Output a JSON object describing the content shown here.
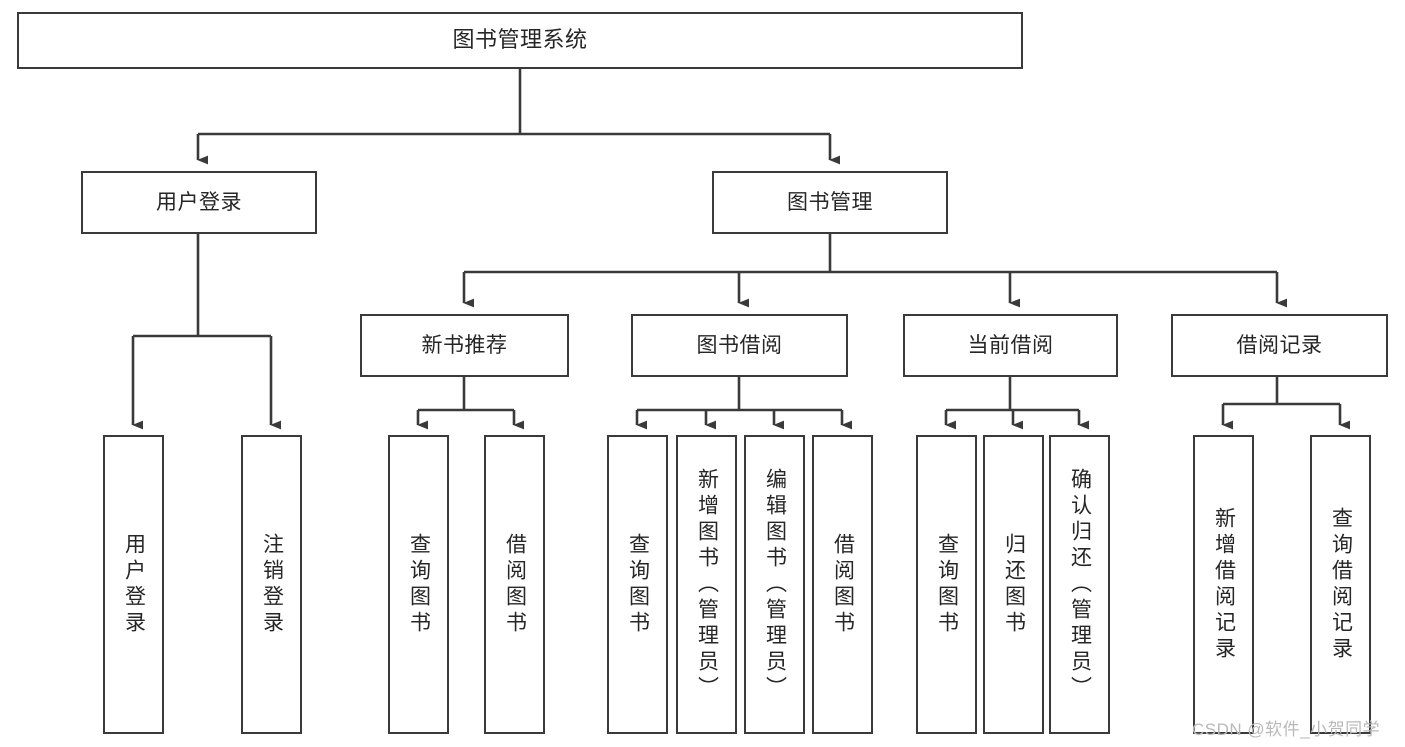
{
  "diagram": {
    "title": "图书管理系统",
    "type": "functional-structure-tree",
    "colors": {
      "box_border": "#3a3a3a",
      "box_fill": "#ffffff",
      "connector": "#3a3a3a",
      "text": "#262626",
      "watermark": "#b9b9b9",
      "background": "#ffffff"
    },
    "root": {
      "label": "图书管理系统"
    },
    "level2": [
      {
        "id": "user-login",
        "label": "用户登录"
      },
      {
        "id": "book-manage",
        "label": "图书管理"
      }
    ],
    "level3": [
      {
        "id": "new-book-recommend",
        "label": "新书推荐",
        "parent": "book-manage"
      },
      {
        "id": "book-borrow",
        "label": "图书借阅",
        "parent": "book-manage"
      },
      {
        "id": "current-borrow",
        "label": "当前借阅",
        "parent": "book-manage"
      },
      {
        "id": "borrow-record",
        "label": "借阅记录",
        "parent": "book-manage"
      }
    ],
    "leaves": [
      {
        "id": "leaf-user-login",
        "label": "用户登录",
        "parent": "user-login"
      },
      {
        "id": "leaf-user-logout",
        "label": "注销登录",
        "parent": "user-login"
      },
      {
        "id": "leaf-query-book-1",
        "label": "查询图书",
        "parent": "new-book-recommend"
      },
      {
        "id": "leaf-borrow-book-1",
        "label": "借阅图书",
        "parent": "new-book-recommend"
      },
      {
        "id": "leaf-query-book-2",
        "label": "查询图书",
        "parent": "book-borrow"
      },
      {
        "id": "leaf-add-book",
        "label": "新增图书（管理员）",
        "parent": "book-borrow"
      },
      {
        "id": "leaf-edit-book",
        "label": "编辑图书（管理员）",
        "parent": "book-borrow"
      },
      {
        "id": "leaf-borrow-book-2",
        "label": "借阅图书",
        "parent": "book-borrow"
      },
      {
        "id": "leaf-query-book-3",
        "label": "查询图书",
        "parent": "current-borrow"
      },
      {
        "id": "leaf-return-book",
        "label": "归还图书",
        "parent": "current-borrow"
      },
      {
        "id": "leaf-confirm-return",
        "label": "确认归还（管理员）",
        "parent": "current-borrow"
      },
      {
        "id": "leaf-add-record",
        "label": "新增借阅记录",
        "parent": "borrow-record"
      },
      {
        "id": "leaf-query-record",
        "label": "查询借阅记录",
        "parent": "borrow-record"
      }
    ],
    "watermark": "CSDN @软件_小贺同学"
  }
}
